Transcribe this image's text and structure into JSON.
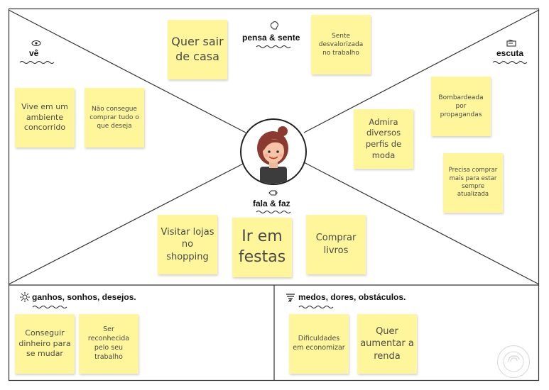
{
  "sections": {
    "ve": "vê",
    "pensa_sente": "pensa & sente",
    "escuta": "escuta",
    "fala_faz": "fala & faz",
    "ganhos": "ganhos, sonhos, desejos.",
    "medos": "medos, dores, obstáculos."
  },
  "notes": {
    "ve_1": "Vive em um ambiente concorrido",
    "ve_2": "Não consegue comprar tudo o que deseja",
    "pensa_1": "Quer sair de casa",
    "pensa_2": "Sente desvalorizada no trabalho",
    "escuta_1": "Bombardeada por propagandas",
    "escuta_2": "Precisa comprar mais para estar sempre atualizada",
    "centro_direita": "Admira diversos perfis de moda",
    "fala_1": "Visitar lojas no shopping",
    "fala_2": "Ir em festas",
    "fala_3": "Comprar livros",
    "ganhos_1": "Conseguir dinheiro para se mudar",
    "ganhos_2": "Ser reconhecida pelo seu trabalho",
    "medos_1": "Dificuldades em economizar",
    "medos_2": "Quer aumentar a renda"
  },
  "colors": {
    "sticky": "#fff59b",
    "lines": "#333333",
    "text": "#4a4a4a"
  },
  "icons": [
    "eye-icon",
    "brain-icon",
    "radio-icon",
    "speech-icon",
    "sun-icon",
    "storm-icon",
    "persona-avatar",
    "watermark-logo"
  ]
}
